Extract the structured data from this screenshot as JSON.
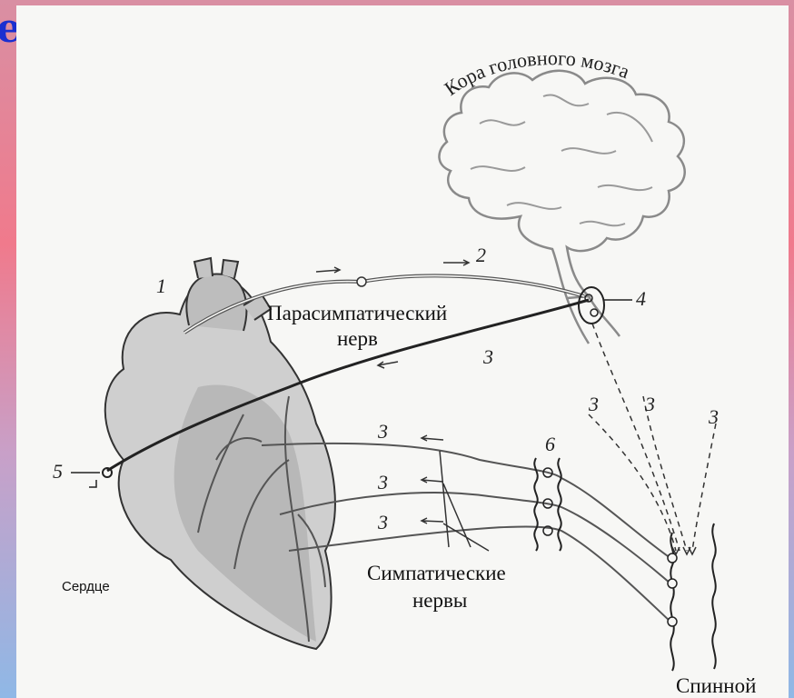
{
  "slide": {
    "corner_glyph": "е"
  },
  "diagram": {
    "brain_label": "Кора головного мозга",
    "parasympathetic_label_line1": "Парасимпатический",
    "parasympathetic_label_line2": "нерв",
    "sympathetic_label_line1": "Симпатические",
    "sympathetic_label_line2": "нервы",
    "heart_label": "Сердце",
    "spinal_label": "Спинной",
    "markers": {
      "m1": "1",
      "m2": "2",
      "m3a": "3",
      "m4": "4",
      "m5": "5",
      "m6": "6",
      "m3b": "3",
      "m3c": "3",
      "m3d": "3",
      "m3e": "3",
      "m3f": "3",
      "m3g": "3"
    }
  },
  "colors": {
    "background_top": "#d98fa3",
    "background_bottom": "#8fb8e6",
    "figure_bg": "#f7f7f5",
    "corner_glyph": "#1a2fd0"
  }
}
